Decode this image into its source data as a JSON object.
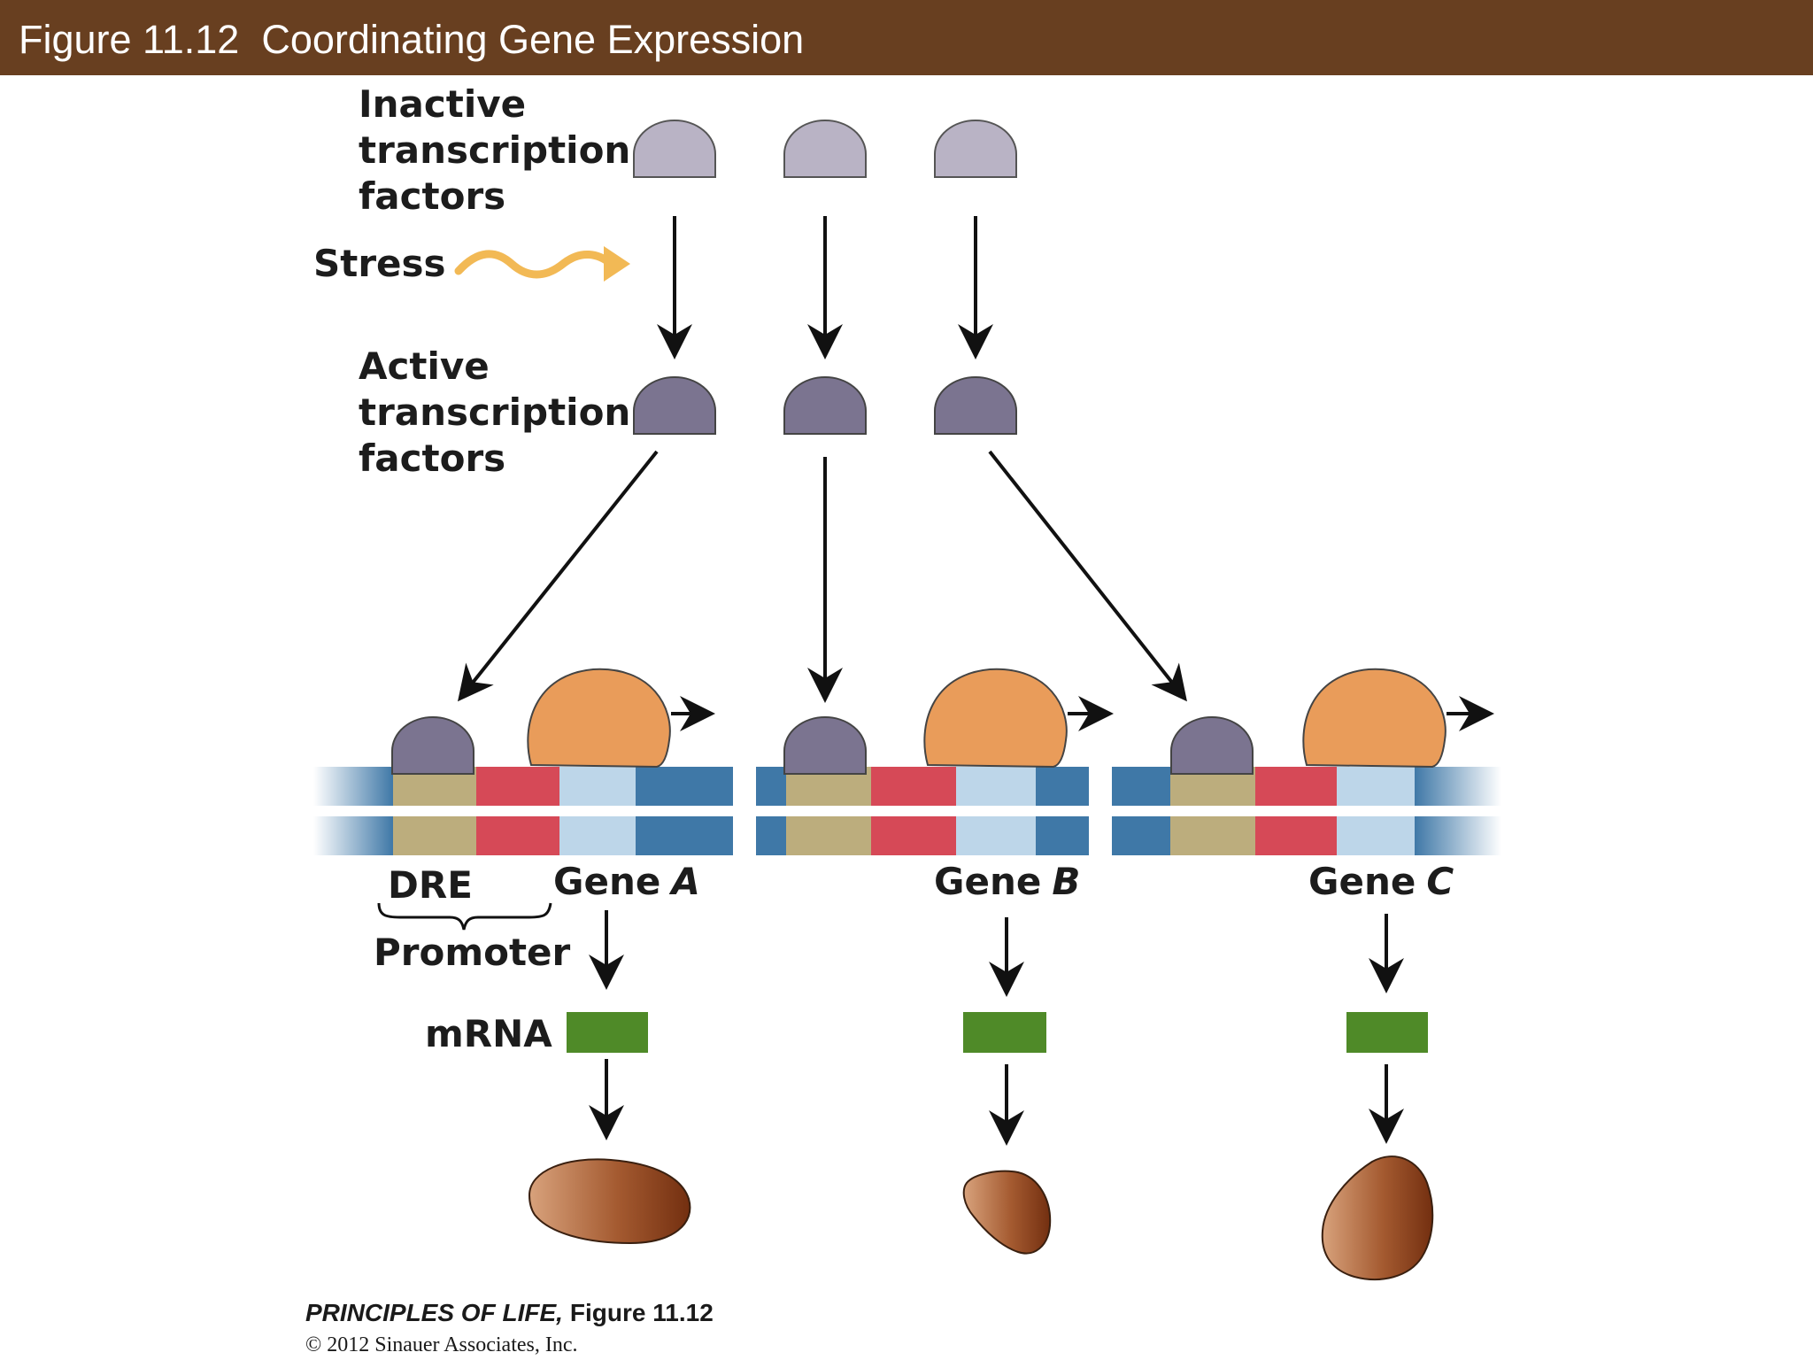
{
  "header": {
    "title": "Figure 11.12  Coordinating Gene Expression"
  },
  "labels": {
    "inactive": [
      "Inactive",
      "transcription",
      "factors"
    ],
    "active": [
      "Active",
      "transcription",
      "factors"
    ],
    "stress": "Stress",
    "dre": "DRE",
    "promoter": "Promoter",
    "mrna": "mRNA"
  },
  "genes": [
    {
      "word": "Gene",
      "letter": "A"
    },
    {
      "word": "Gene",
      "letter": "B"
    },
    {
      "word": "Gene",
      "letter": "C"
    }
  ],
  "credit": {
    "book": "PRINCIPLES OF LIFE,",
    "figure": "Figure 11.12",
    "copyright": "© 2012 Sinauer Associates, Inc."
  },
  "colors": {
    "header_bg": "#683f20",
    "inactive_factor": "#b9b3c5",
    "active_factor": "#7b7490",
    "polymerase": "#e99c5a",
    "dna_blue": "#3f78a7",
    "dna_tan": "#bcad7d",
    "dna_red": "#d64957",
    "dna_light": "#bdd6e9",
    "mrna": "#4f8a28",
    "stress": "#f2b955",
    "protein_dark": "#7a3614",
    "protein_light": "#d49a73"
  }
}
